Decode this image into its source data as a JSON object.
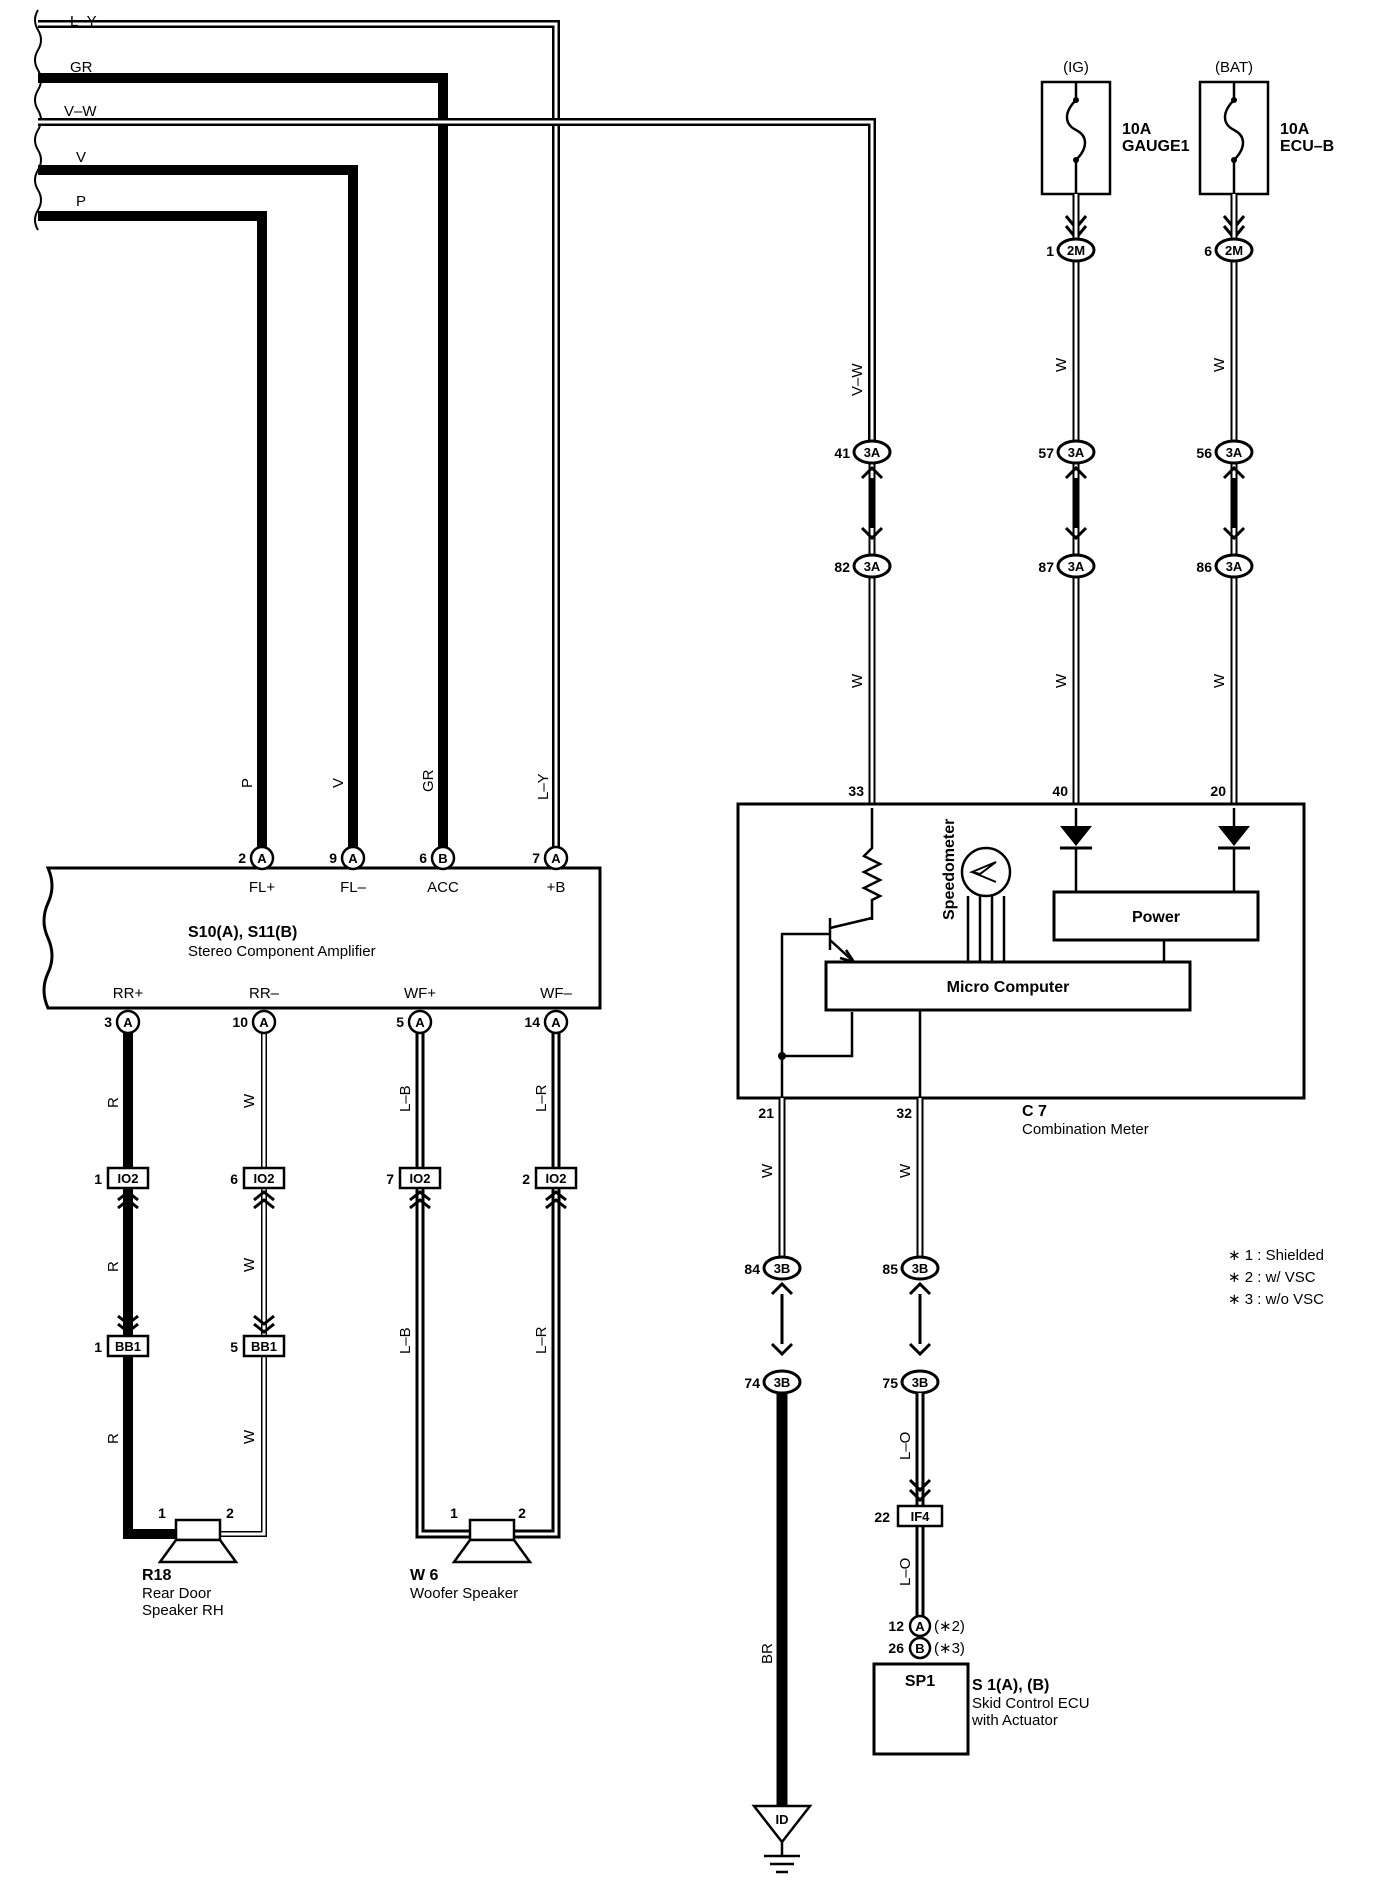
{
  "colors": {
    "ink": "#000000",
    "paper": "#ffffff"
  },
  "top_wires": [
    "L–Y",
    "GR",
    "V–W",
    "V",
    "P"
  ],
  "fuses": [
    {
      "source": "(IG)",
      "amp": "10A",
      "name": "GAUGE1"
    },
    {
      "source": "(BAT)",
      "amp": "10A",
      "name": "ECU–B"
    }
  ],
  "amp": {
    "title": "S10(A), S11(B)",
    "subtitle": "Stereo Component Amplifier",
    "top_pins": [
      {
        "num": "2",
        "conn": "A",
        "label": "FL+",
        "wire": "P"
      },
      {
        "num": "9",
        "conn": "A",
        "label": "FL–",
        "wire": "V"
      },
      {
        "num": "6",
        "conn": "B",
        "label": "ACC",
        "wire": "GR"
      },
      {
        "num": "7",
        "conn": "A",
        "label": "+B",
        "wire": "L–Y"
      }
    ],
    "bottom_pins": [
      {
        "num": "3",
        "conn": "A",
        "label": "RR+",
        "wire": "R"
      },
      {
        "num": "10",
        "conn": "A",
        "label": "RR–",
        "wire": "W"
      },
      {
        "num": "5",
        "conn": "A",
        "label": "WF+",
        "wire": "L–B"
      },
      {
        "num": "14",
        "conn": "A",
        "label": "WF–",
        "wire": "L–R"
      }
    ]
  },
  "io2": [
    {
      "num": "1",
      "conn": "IO2",
      "wire_below": "R"
    },
    {
      "num": "6",
      "conn": "IO2",
      "wire_below": "W"
    },
    {
      "num": "7",
      "conn": "IO2",
      "wire_below": "L–B"
    },
    {
      "num": "2",
      "conn": "IO2",
      "wire_below": "L–R"
    }
  ],
  "bb1": [
    {
      "num": "1",
      "conn": "BB1",
      "wire_below": "R"
    },
    {
      "num": "5",
      "conn": "BB1",
      "wire_below": "W"
    }
  ],
  "speakers": [
    {
      "id": "R18",
      "name1": "Rear Door",
      "name2": "Speaker RH",
      "pin1": "1",
      "pin2": "2"
    },
    {
      "id": "W 6",
      "name1": "Woofer Speaker",
      "name2": "",
      "pin1": "1",
      "pin2": "2"
    }
  ],
  "meter_inputs": [
    {
      "wire_top": "V–W",
      "top_num": "41",
      "top_conn": "3A",
      "bot_num": "82",
      "bot_conn": "3A",
      "wire_mid": "W",
      "pin": "33"
    },
    {
      "fuse_num": "1",
      "fuse_conn": "2M",
      "wire_top": "W",
      "top_num": "57",
      "top_conn": "3A",
      "bot_num": "87",
      "bot_conn": "3A",
      "wire_mid": "W",
      "pin": "40"
    },
    {
      "fuse_num": "6",
      "fuse_conn": "2M",
      "wire_top": "W",
      "top_num": "56",
      "top_conn": "3A",
      "bot_num": "86",
      "bot_conn": "3A",
      "wire_mid": "W",
      "pin": "20"
    }
  ],
  "meter": {
    "id": "C 7",
    "name": "Combination Meter",
    "speedometer": "Speedometer",
    "power": "Power",
    "micro": "Micro Computer",
    "out_pins": [
      "21",
      "32"
    ]
  },
  "meter_outputs": [
    {
      "wire1": "W",
      "c1_num": "84",
      "c1_conn": "3B",
      "c2_num": "74",
      "c2_conn": "3B",
      "wire2": "BR"
    },
    {
      "wire1": "W",
      "c1_num": "85",
      "c1_conn": "3B",
      "c2_num": "75",
      "c2_conn": "3B",
      "wire2": "L–O"
    }
  ],
  "if4": {
    "num": "22",
    "conn": "IF4",
    "wire_below": "L–O"
  },
  "ecu": {
    "pin_a_num": "12",
    "pin_a_conn": "A",
    "pin_a_note": "(∗2)",
    "pin_b_num": "26",
    "pin_b_conn": "B",
    "pin_b_note": "(∗3)",
    "box_label": "SP1",
    "id": "S 1(A), (B)",
    "name1": "Skid Control ECU",
    "name2": "with Actuator"
  },
  "ground": "ID",
  "notes": [
    "∗ 1 : Shielded",
    "∗ 2 : w/ VSC",
    "∗ 3 : w/o VSC"
  ]
}
